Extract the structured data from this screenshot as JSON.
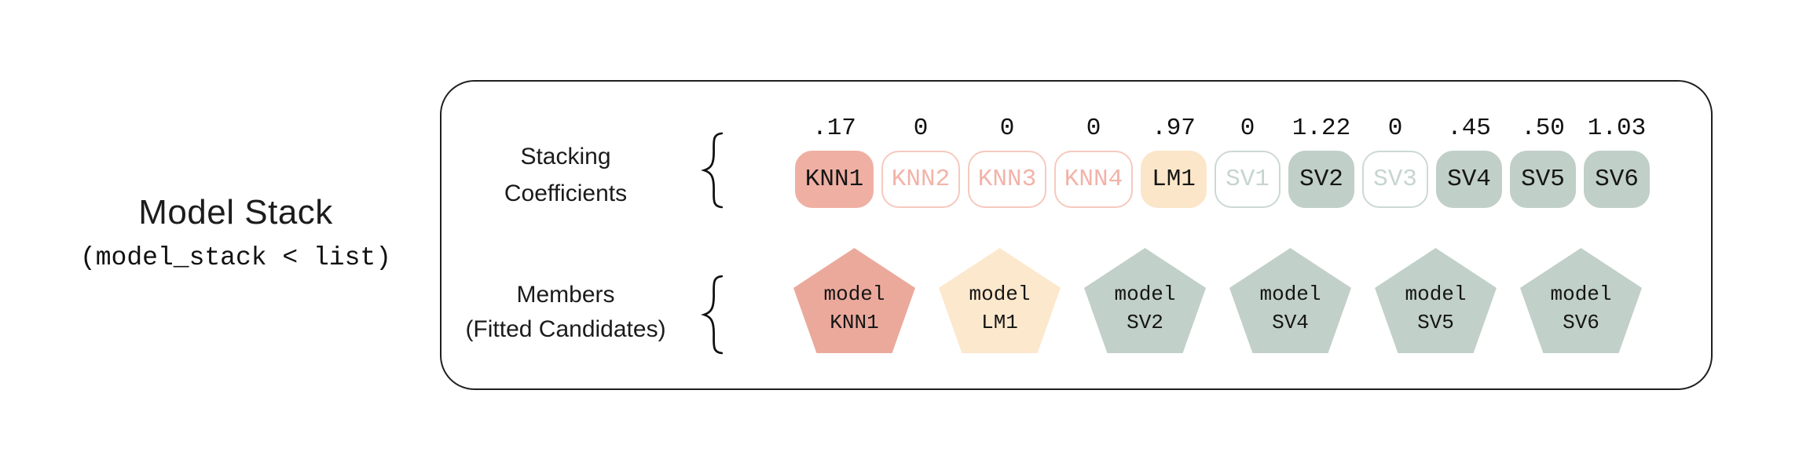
{
  "left_panel": {
    "title": "Model Stack",
    "subtitle": "(model_stack < list)"
  },
  "stack_panel": {
    "coefficients": {
      "label_lines": [
        "Stacking",
        "Coefficients"
      ],
      "items": [
        {
          "name": "KNN1",
          "coefficient": ".17",
          "style": "salmon-filled wide"
        },
        {
          "name": "KNN2",
          "coefficient": "0",
          "style": "salmon-outline wide"
        },
        {
          "name": "KNN3",
          "coefficient": "0",
          "style": "salmon-outline wide"
        },
        {
          "name": "KNN4",
          "coefficient": "0",
          "style": "salmon-outline wide"
        },
        {
          "name": "LM1",
          "coefficient": ".97",
          "style": "cream-filled"
        },
        {
          "name": "SV1",
          "coefficient": "0",
          "style": "sage-outline"
        },
        {
          "name": "SV2",
          "coefficient": "1.22",
          "style": "sage-filled"
        },
        {
          "name": "SV3",
          "coefficient": "0",
          "style": "sage-outline"
        },
        {
          "name": "SV4",
          "coefficient": ".45",
          "style": "sage-filled"
        },
        {
          "name": "SV5",
          "coefficient": ".50",
          "style": "sage-filled"
        },
        {
          "name": "SV6",
          "coefficient": "1.03",
          "style": "sage-filled"
        }
      ]
    },
    "members": {
      "label_lines": [
        "Members",
        "(Fitted Candidates)"
      ],
      "items": [
        {
          "line1": "model",
          "line2": "KNN1",
          "style": "salmon"
        },
        {
          "line1": "model",
          "line2": "LM1",
          "style": "cream"
        },
        {
          "line1": "model",
          "line2": "SV2",
          "style": "sage"
        },
        {
          "line1": "model",
          "line2": "SV4",
          "style": "sage"
        },
        {
          "line1": "model",
          "line2": "SV5",
          "style": "sage"
        },
        {
          "line1": "model",
          "line2": "SV6",
          "style": "sage"
        }
      ]
    }
  },
  "colors": {
    "salmon_fill": "#efb0a3",
    "salmon_outline": "#f6c9be",
    "salmon_text_muted": "#f2b3a8",
    "cream_fill": "#fbe6c9",
    "sage_fill": "#c0cfc8",
    "sage_outline": "#ccd9d3",
    "sage_text_muted": "#c7d5cf",
    "pentagon_salmon": "#eba99c",
    "pentagon_cream": "#fce8cd",
    "pentagon_sage": "#c1d0c9",
    "ink": "#1b1b1b"
  }
}
